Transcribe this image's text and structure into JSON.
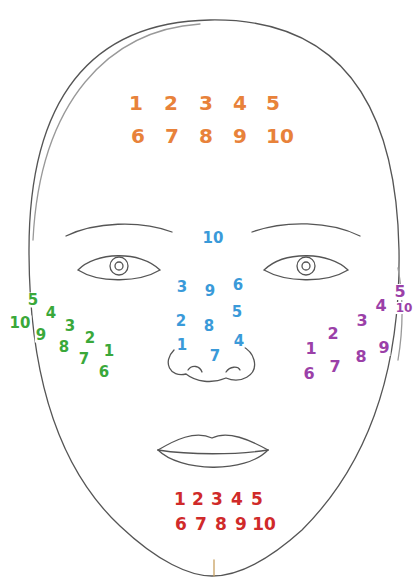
{
  "diagram": {
    "labels": [
      "1",
      "2",
      "3",
      "4",
      "5",
      "6",
      "7",
      "8",
      "9",
      "10",
      "10",
      "5",
      "4",
      "3",
      "2",
      "1",
      "10",
      "9",
      "8",
      "7",
      "6",
      "3",
      "9",
      "6",
      "2",
      "8",
      "5",
      "1",
      "7",
      "4",
      "1",
      "2",
      "3",
      "4",
      "5",
      "10",
      "6",
      "7",
      "8",
      "9",
      "1",
      "2",
      "3",
      "4",
      "5",
      "6",
      "7",
      "8",
      "9",
      "10"
    ]
  }
}
